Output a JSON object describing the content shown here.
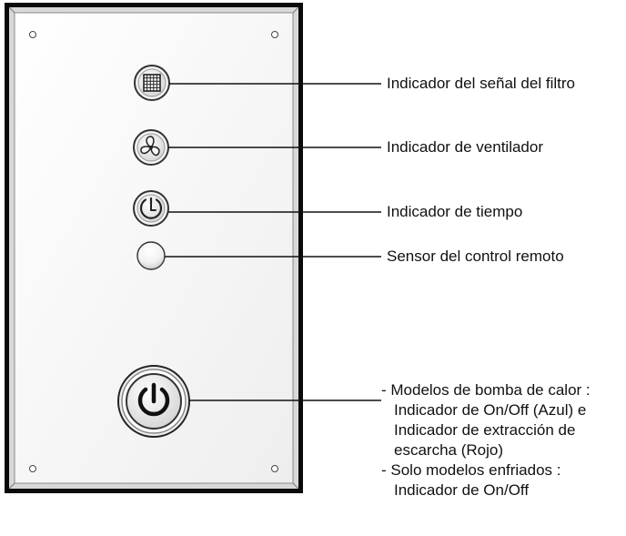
{
  "callouts": {
    "filter": "Indicador del señal del filtro",
    "fan": "Indicador de ventilador",
    "timer": "Indicador de tiempo",
    "remote_sensor": "Sensor del control remoto"
  },
  "power_notes": {
    "heat_pump_title": "- Modelos de bomba de calor :",
    "heat_pump_line1": "Indicador de On/Off (Azul) e",
    "heat_pump_line2": "Indicador de extracción de",
    "heat_pump_line3": "escarcha (Rojo)",
    "cooling_title": "- Solo modelos enfriados :",
    "cooling_line1": "Indicador de On/Off"
  },
  "icons": [
    "filter-grid-icon",
    "fan-icon",
    "timer-icon",
    "sensor-icon",
    "power-icon"
  ]
}
